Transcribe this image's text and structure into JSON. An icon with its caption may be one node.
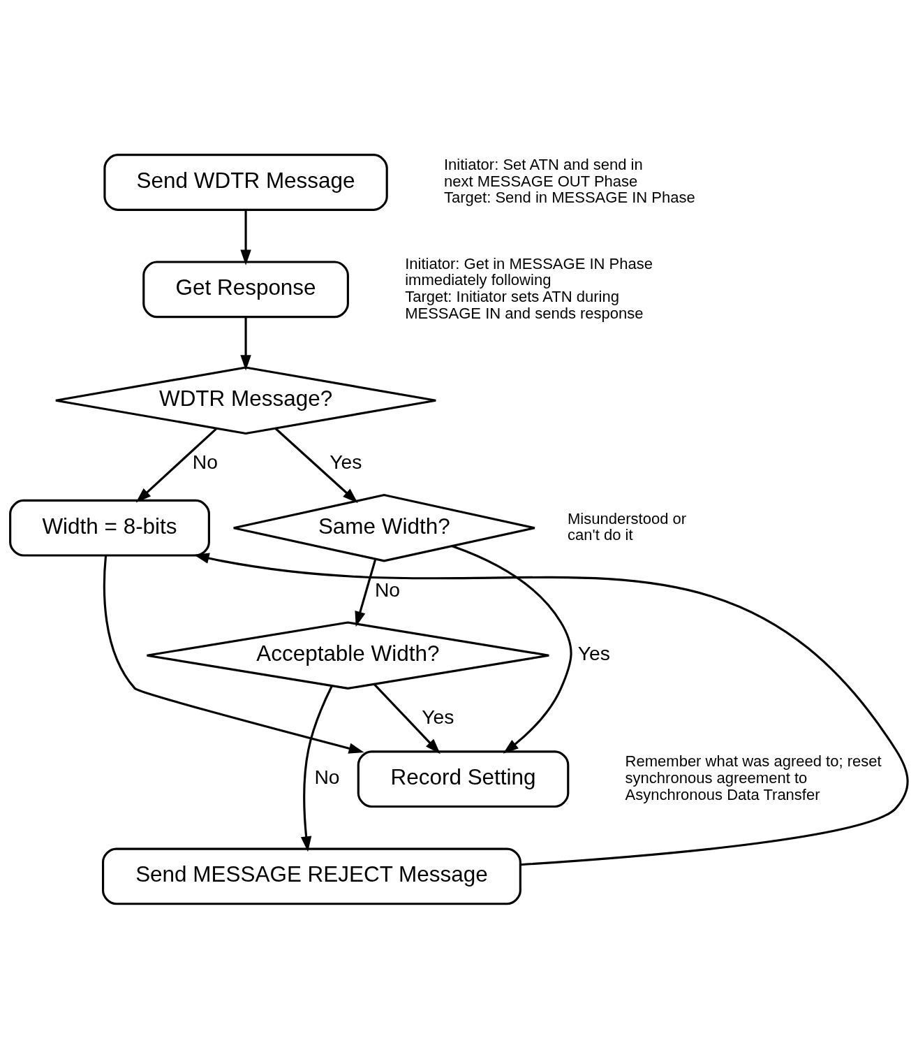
{
  "diagram": {
    "nodes": [
      {
        "text": [
          "Send WDTR Message"
        ],
        "beside": [
          "Initiator: Set ATN and send in next MESSAGE OUT Phase",
          "Target: Send in MESSAGE IN Phase"
        ]
      },
      {
        "text": [
          "Get Response"
        ],
        "beside": [
          "Initiator: Get in MESSAGE IN Phase immediately following",
          "Target: Initiator sets ATN during MESSAGE IN and sends response"
        ]
      },
      {
        "text": [
          "WDTR Message?"
        ]
      },
      {
        "text": [
          "Width = 8-bits"
        ]
      },
      {
        "text": [
          "Same Width?"
        ]
      },
      {
        "text": [
          "Acceptable Width?"
        ]
      },
      {
        "text": [
          "Record Setting"
        ],
        "beside": [
          "Remember what was agreed to; reset synchronous agreement to Asynchronous Data Transfer"
        ]
      },
      {
        "text": [
          "Send MESSAGE REJECT Message"
        ]
      }
    ],
    "edges": [
      {
        "from": 0,
        "to": 1,
        "arrow": "to"
      },
      {
        "from": 1,
        "to": 2,
        "arrow": "to"
      },
      {
        "from": 2,
        "to": 3,
        "label": "No",
        "arrow": "to"
      },
      {
        "from": 2,
        "to": 4,
        "label": "Yes",
        "arrow": "to"
      },
      {
        "from": 4,
        "to": 6,
        "label": "Yes",
        "arrow": "to"
      },
      {
        "from": 4,
        "to": 5,
        "label": "No",
        "arrow": "to"
      },
      {
        "from": 5,
        "to": 7,
        "label": "No",
        "arrow": "to"
      },
      {
        "from": 5,
        "to": 6,
        "label": "Yes",
        "arrow": "to"
      },
      {
        "from": 3,
        "to": 6,
        "arrow": "to"
      },
      {
        "from": 7,
        "to": 3,
        "arrow": "to"
      }
    ],
    "labels": [
      "Misunderstood or can't do it"
    ]
  }
}
